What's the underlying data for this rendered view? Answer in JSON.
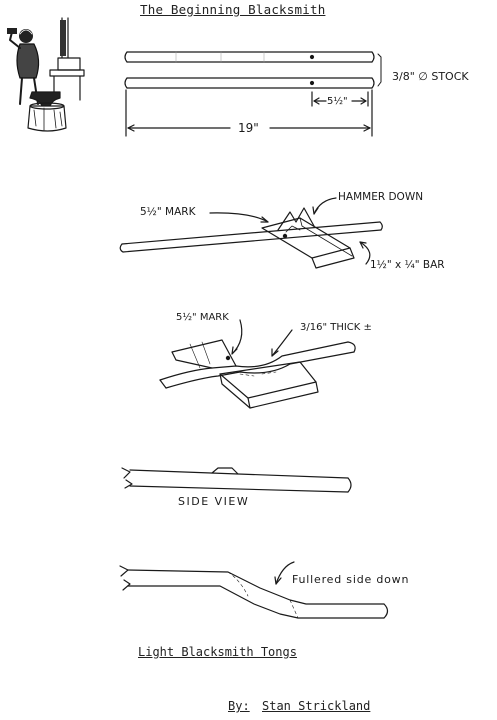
{
  "title": "The Beginning Blacksmith",
  "figure1": {
    "stock_label": "3/8\" ∅ STOCK",
    "mark_dimension": "5½\"",
    "length_dimension": "19\""
  },
  "figure2": {
    "mark_label": "5½\" MARK",
    "hammer_label": "HAMMER DOWN",
    "bar_label": "1½\" x ¼\" BAR"
  },
  "figure3": {
    "mark_label": "5½\" MARK",
    "thick_label": "3/16\" THICK ±"
  },
  "figure4": {
    "view_label": "SIDE VIEW"
  },
  "figure5": {
    "fullered_label": "Fullered side down"
  },
  "caption": "Light Blacksmith Tongs",
  "author": {
    "prefix": "By:",
    "name": "Stan Strickland"
  }
}
